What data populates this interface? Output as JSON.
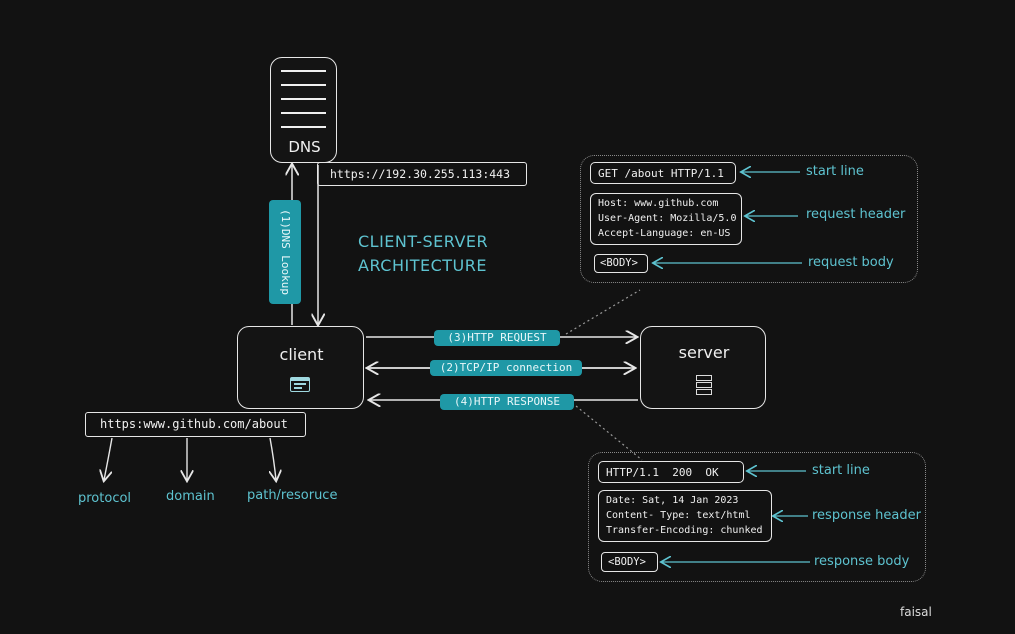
{
  "title": {
    "line1": "CLIENT-SERVER",
    "line2": "ARCHITECTURE"
  },
  "dns": {
    "label": "DNS"
  },
  "dns_ip": "https://192.30.255.113:443",
  "dns_lookup": "(1)DNS Lookup",
  "client": {
    "label": "client"
  },
  "server": {
    "label": "server"
  },
  "arrows": {
    "http_request": "(3)HTTP REQUEST",
    "tcp_ip": "(2)TCP/IP connection",
    "http_response": "(4)HTTP RESPONSE"
  },
  "url": {
    "text": "https:www.github.com/about",
    "parts": [
      "protocol",
      "domain",
      "path/resoruce"
    ]
  },
  "request": {
    "start_line": "GET /about HTTP/1.1",
    "headers": [
      "Host: www.github.com",
      "User-Agent: Mozilla/5.0",
      "Accept-Language: en-US"
    ],
    "body": "<BODY>",
    "labels": {
      "start": "start line",
      "header": "request header",
      "body": "request body"
    }
  },
  "response": {
    "start_line": "HTTP/1.1  200  OK",
    "headers": [
      "Date: Sat, 14 Jan 2023",
      "Content- Type: text/html",
      "Transfer-Encoding: chunked"
    ],
    "body": "<BODY>",
    "labels": {
      "start": "start line",
      "header": "response header",
      "body": "response body"
    }
  },
  "signature": "faisal",
  "colors": {
    "background": "#121212",
    "accent": "#1f98a6",
    "annotation": "#5ec3d0",
    "stroke": "#e6e6e6"
  }
}
